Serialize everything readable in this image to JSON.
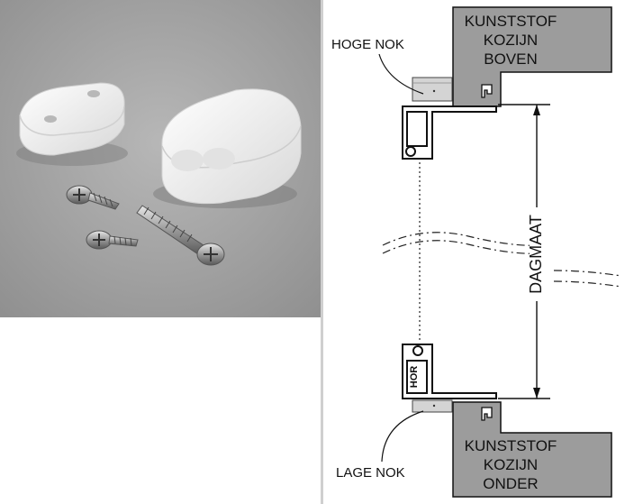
{
  "labels": {
    "hoge_nok": "HOGE NOK",
    "lage_nok": "LAGE NOK",
    "frame_top": [
      "KUNSTSTOF",
      "KOZIJN",
      "BOVEN"
    ],
    "frame_bottom": [
      "KUNSTSTOF",
      "KOZIJN",
      "ONDER"
    ],
    "dagmaat": "DAGMAAT",
    "hor": "HOR"
  },
  "colors": {
    "photo_bg": "#a9a9a9",
    "frame_fill": "#9c9c9c",
    "nok_fill": "#d4d4d4",
    "line": "#111111"
  },
  "photo": {
    "items": [
      "white-plastic-clip-low",
      "white-plastic-clip-high",
      "screw-short-1",
      "screw-short-2",
      "screw-long"
    ]
  }
}
